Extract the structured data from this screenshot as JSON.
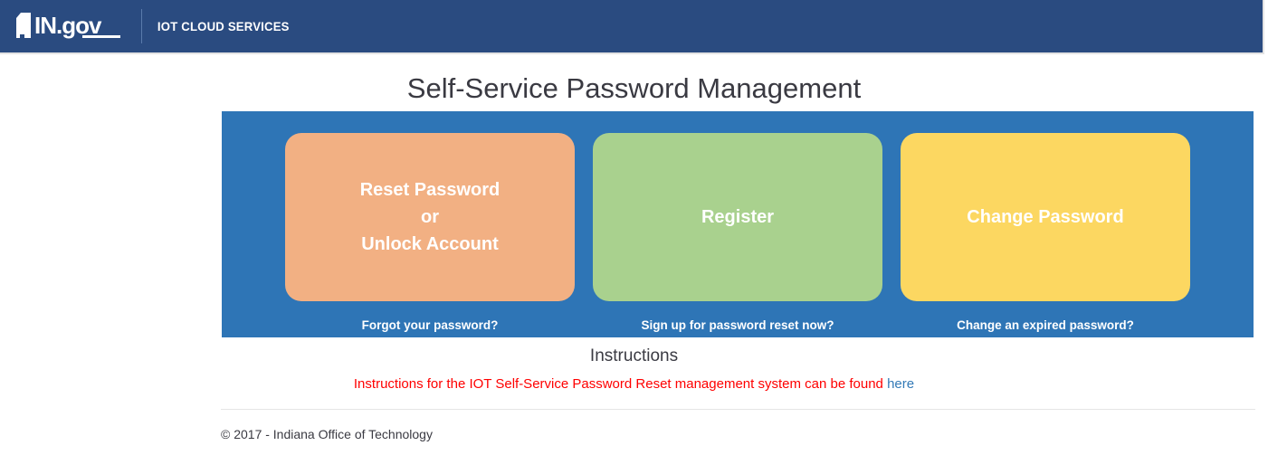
{
  "header": {
    "logo_icon": "indiana-state-outline-icon",
    "logo_text": "IN.gov",
    "subtitle": "IOT CLOUD SERVICES",
    "background_color": "#2a4b80"
  },
  "page": {
    "title": "Self-Service Password Management"
  },
  "panel": {
    "background_color": "#2e75b6",
    "cards": [
      {
        "id": "reset-password",
        "label_lines": [
          "Reset Password",
          "or",
          "Unlock Account"
        ],
        "caption": "Forgot your password?",
        "color": "#f2b083"
      },
      {
        "id": "register",
        "label_lines": [
          "Register"
        ],
        "caption": "Sign up for password reset now?",
        "color": "#a9d18e"
      },
      {
        "id": "change-password",
        "label_lines": [
          "Change Password"
        ],
        "caption": "Change an expired password?",
        "color": "#fcd761"
      }
    ]
  },
  "instructions": {
    "heading": "Instructions",
    "text_before_link": "Instructions for the IOT Self-Service Password Reset management system can be found ",
    "link_text": "here",
    "text_color": "#ff0000",
    "link_color": "#337ab7"
  },
  "footer": {
    "copyright": "© 2017 - Indiana Office of Technology"
  }
}
